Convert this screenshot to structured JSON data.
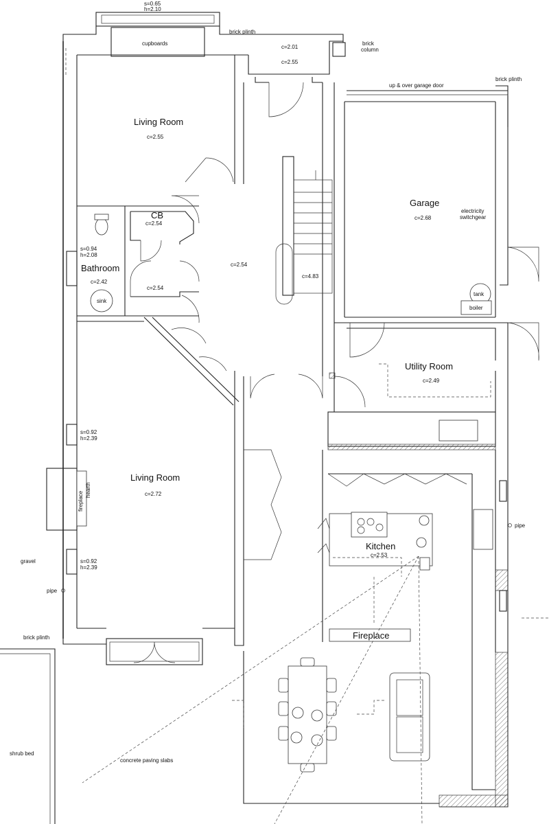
{
  "rooms": {
    "living_room_top": {
      "name": "Living Room",
      "ceiling": "c=2.55"
    },
    "living_room_bottom": {
      "name": "Living Room",
      "ceiling": "c=2.72"
    },
    "garage": {
      "name": "Garage",
      "ceiling": "c=2.68"
    },
    "bathroom": {
      "name": "Bathroom",
      "ceiling": "c=2.42"
    },
    "cb": {
      "name": "CB",
      "ceiling": "c=2.54"
    },
    "utility_room": {
      "name": "Utility Room",
      "ceiling": "c=2.49"
    },
    "kitchen": {
      "name": "Kitchen",
      "ceiling": "c=2.53"
    }
  },
  "labels": {
    "top_bay_s": "s=0.65",
    "top_bay_h": "h=2.10",
    "cupboards": "cupboards",
    "brick_plinth_top": "brick plinth",
    "brick_column_1": "brick",
    "brick_column_2": "column",
    "porch_c1": "c=2.01",
    "porch_c2": "c=2.55",
    "garage_door": "up & over garage door",
    "brick_plinth_right": "brick plinth",
    "electricity_1": "electricity",
    "electricity_2": "switchgear",
    "tank": "tank",
    "boiler": "boiler",
    "hall_c": "c=2.54",
    "stair_c": "c=4.83",
    "landing_c": "c=2.54",
    "bath_window_s": "s=0.94",
    "bath_window_h": "h=2.08",
    "sink": "sink",
    "lr_window1_s": "s=0.92",
    "lr_window1_h": "h=2.39",
    "lr_window2_s": "s=0.92",
    "lr_window2_h": "h=2.39",
    "fireplace_lr": "fireplace",
    "hearth": "hearth",
    "gravel": "gravel",
    "pipe_left": "pipe",
    "pipe_right": "pipe",
    "brick_plinth_left": "brick plinth",
    "shrub_bed": "shrub bed",
    "concrete": "concrete paving slabs",
    "fireplace_extension": "Fireplace"
  }
}
